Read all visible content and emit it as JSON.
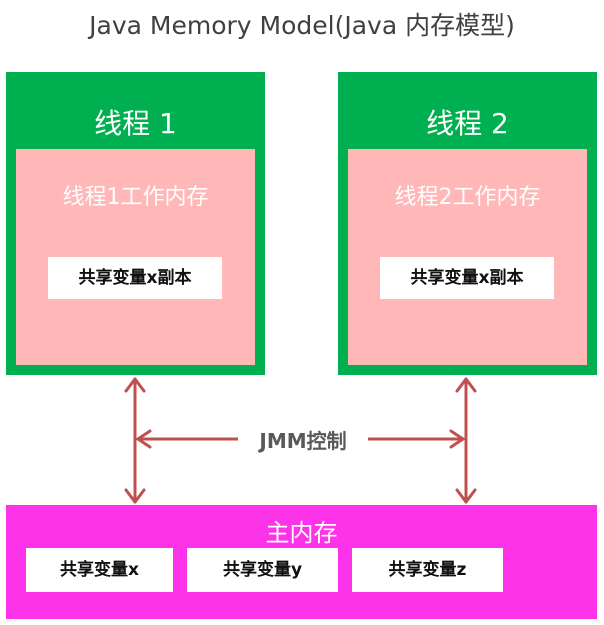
{
  "title": "Java Memory Model(Java 内存模型)",
  "threads": [
    {
      "label": "线程 1",
      "working_memory": "线程1工作内存",
      "copy": "共享变量x副本"
    },
    {
      "label": "线程 2",
      "working_memory": "线程2工作内存",
      "copy": "共享变量x副本"
    }
  ],
  "control_label": "JMM控制",
  "main_memory": {
    "label": "主内存",
    "variables": [
      "共享变量x",
      "共享变量y",
      "共享变量z"
    ]
  },
  "colors": {
    "thread": "#00b050",
    "working_memory": "#ffb7b7",
    "main_memory": "#fc33e8",
    "arrow": "#c0504d",
    "title_text": "#404040"
  }
}
